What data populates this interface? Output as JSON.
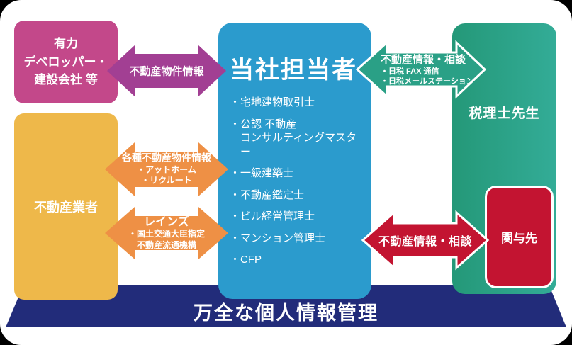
{
  "banner": {
    "label": "万全な個人情報管理"
  },
  "boxes": {
    "developer": {
      "label": "有力\nデベロッパー・\n建設会社 等"
    },
    "realtor": {
      "label": "不動産業者"
    },
    "staff": {
      "title": "当社担当者",
      "qualifications": [
        "・宅地建物取引士",
        "・公認 不動産\nコンサルティングマスター",
        "・一級建築士",
        "・不動産鑑定士",
        "・ビル経営管理士",
        "・マンション管理士",
        "・CFP"
      ]
    },
    "tax_accountant": {
      "label": "税理士先生"
    },
    "client": {
      "label": "関与先"
    }
  },
  "arrows": {
    "property_info": {
      "label": "不動産物件情報"
    },
    "various_property_info": {
      "title": "各種不動産物件情報",
      "items": [
        "・アットホーム",
        "・リクルート"
      ]
    },
    "reins": {
      "title": "レインズ",
      "items": [
        "・国土交通大臣指定",
        "不動産流通機構"
      ]
    },
    "tax_consult": {
      "title": "不動産情報・相談",
      "items": [
        "・日税 FAX 通信",
        "・日税メールステーション"
      ]
    },
    "client_consult": {
      "label": "不動産情報・相談"
    }
  },
  "colors": {
    "pink": "#c3488a",
    "yellow": "#eeb84a",
    "blue": "#2b9bcd",
    "teal_dark": "#249878",
    "teal_light": "#33ac97",
    "red": "#c31431",
    "navy": "#222c7a",
    "purple": "#a23f93",
    "orange": "#ee9045",
    "green": "#2aa086"
  }
}
